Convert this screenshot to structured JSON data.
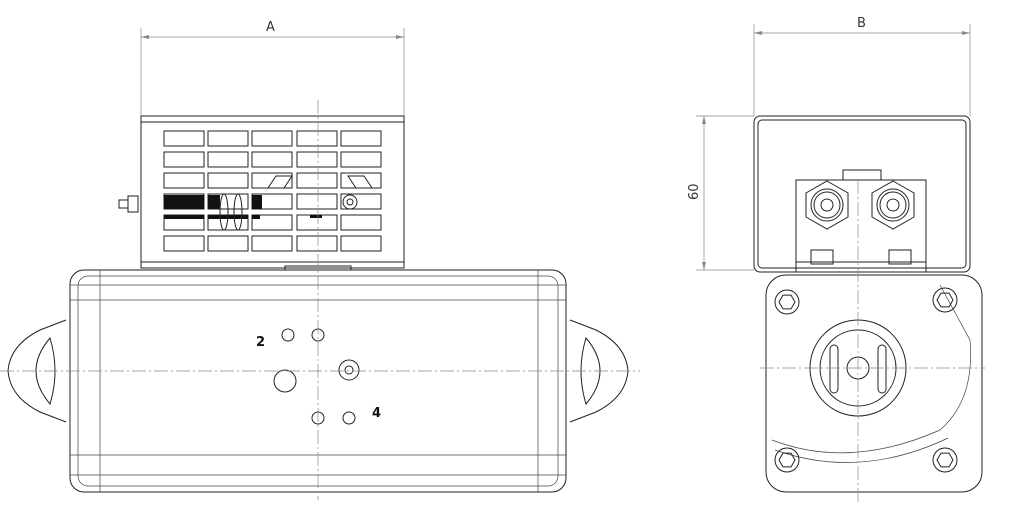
{
  "dimensions": {
    "width_label": "A",
    "depth_label": "B",
    "height_label": "60"
  },
  "ports": {
    "port_2": "2",
    "port_4": "4"
  },
  "colors": {
    "line": "#222222",
    "dimension": "#888888"
  }
}
